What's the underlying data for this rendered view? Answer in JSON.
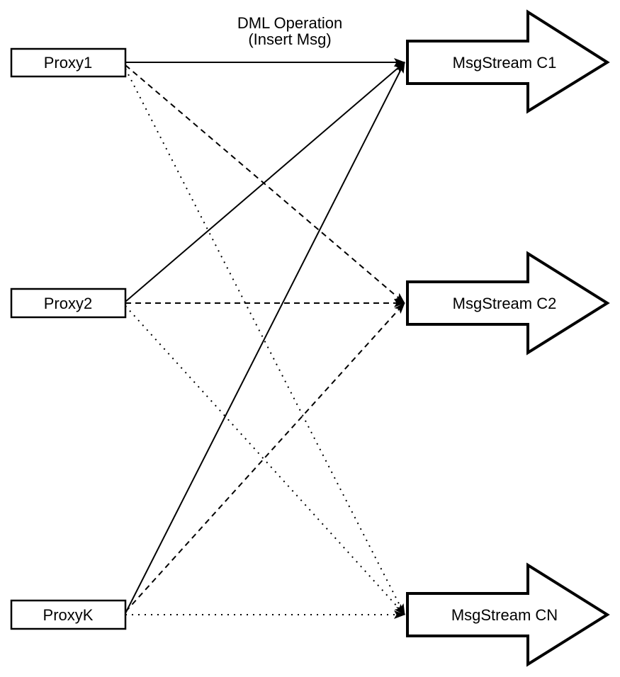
{
  "diagram": {
    "title_line1": "DML Operation",
    "title_line2": "(Insert Msg)",
    "proxies": [
      {
        "id": "proxy1",
        "label": "Proxy1"
      },
      {
        "id": "proxy2",
        "label": "Proxy2"
      },
      {
        "id": "proxyk",
        "label": "ProxyK"
      }
    ],
    "streams": [
      {
        "id": "c1",
        "label": "MsgStream C1"
      },
      {
        "id": "c2",
        "label": "MsgStream C2"
      },
      {
        "id": "cn",
        "label": "MsgStream CN"
      }
    ],
    "connections": [
      {
        "from": "Proxy1",
        "to": "MsgStream C1",
        "style": "solid"
      },
      {
        "from": "Proxy2",
        "to": "MsgStream C1",
        "style": "solid"
      },
      {
        "from": "ProxyK",
        "to": "MsgStream C1",
        "style": "solid"
      },
      {
        "from": "Proxy1",
        "to": "MsgStream C2",
        "style": "dashed"
      },
      {
        "from": "Proxy2",
        "to": "MsgStream C2",
        "style": "dashed"
      },
      {
        "from": "ProxyK",
        "to": "MsgStream C2",
        "style": "dashed"
      },
      {
        "from": "Proxy1",
        "to": "MsgStream CN",
        "style": "dotted"
      },
      {
        "from": "Proxy2",
        "to": "MsgStream CN",
        "style": "dotted"
      },
      {
        "from": "ProxyK",
        "to": "MsgStream CN",
        "style": "dotted"
      }
    ],
    "colors": {
      "stroke": "#000000",
      "fill": "#ffffff",
      "background": "#ffffff"
    }
  }
}
